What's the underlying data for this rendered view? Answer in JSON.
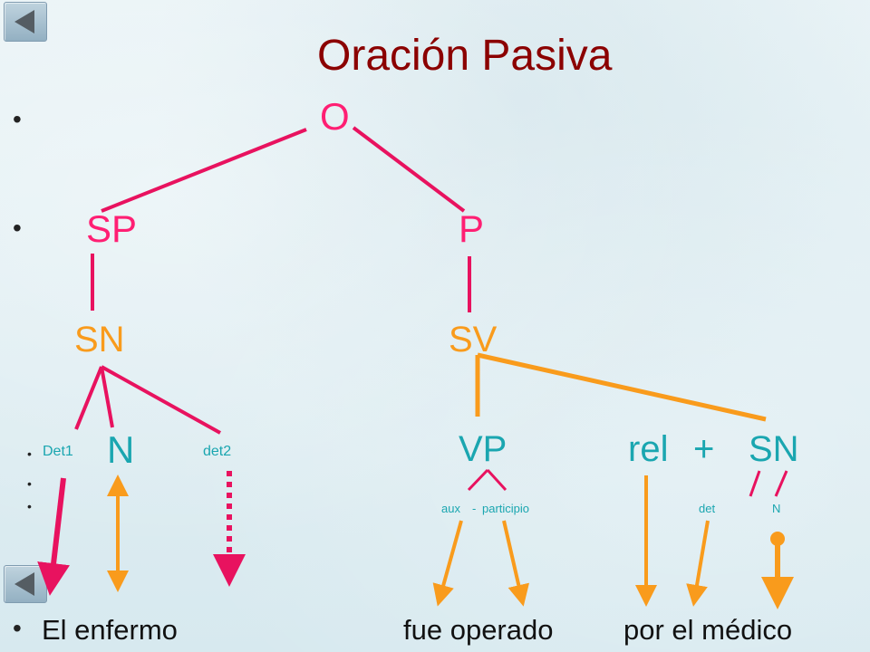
{
  "title": "Oración Pasiva",
  "nodes": {
    "o": "O",
    "sp": "SP",
    "p": "P",
    "sn": "SN",
    "sv": "SV",
    "det1": "Det1",
    "n": "N",
    "det2": "det2",
    "vp": "VP",
    "rel": "rel",
    "plus": "+",
    "sn2": "SN",
    "aux": "aux",
    "dash": "-",
    "participio": "participio",
    "det": "det",
    "n2": "N"
  },
  "sentence": {
    "part1": "El enfermo",
    "part2": "fue operado",
    "part3": "por el médico"
  },
  "colors": {
    "title": "#8b0000",
    "pink": "#ff1f73",
    "orange": "#f99b1c",
    "teal": "#1aa6b0"
  },
  "icons": {
    "back": "back-arrow-icon"
  }
}
